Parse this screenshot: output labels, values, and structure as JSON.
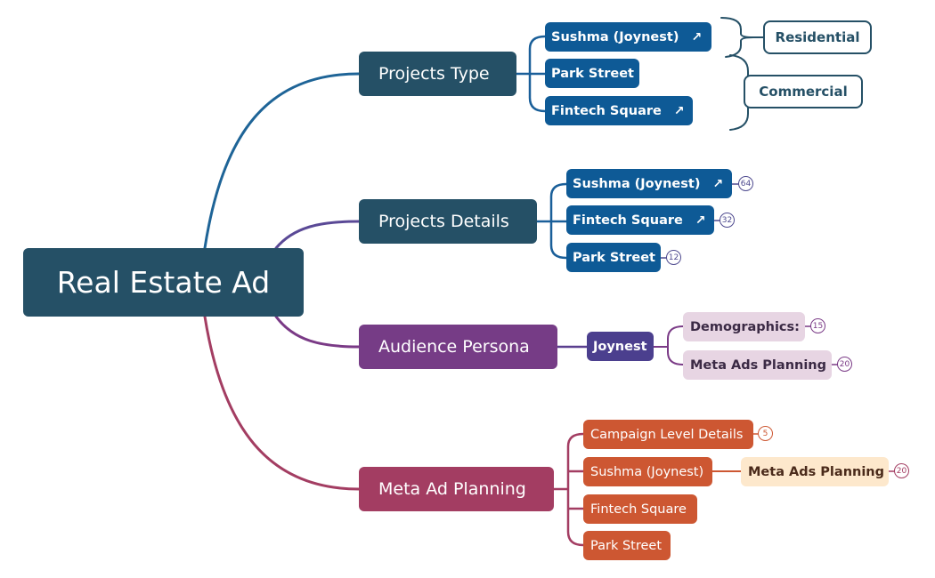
{
  "root": {
    "label": "Real Estate Ad"
  },
  "branches": {
    "projects_type": {
      "label": "Projects Type",
      "children": [
        "Sushma (Joynest)",
        "Park Street",
        "Fintech Square"
      ],
      "summaries": [
        "Residential",
        "Commercial"
      ]
    },
    "projects_details": {
      "label": "Projects Details",
      "children": [
        {
          "label": "Sushma (Joynest)",
          "count": "64"
        },
        {
          "label": "Fintech Square",
          "count": "32"
        },
        {
          "label": "Park Street",
          "count": "12"
        }
      ]
    },
    "audience_persona": {
      "label": "Audience Persona",
      "child": "Joynest",
      "subchildren": [
        {
          "label": "Demographics:",
          "count": "15"
        },
        {
          "label": "Meta Ads Planning",
          "count": "20"
        }
      ]
    },
    "meta_ad_planning": {
      "label": "Meta Ad Planning",
      "children": [
        {
          "label": "Campaign Level Details",
          "count": "5"
        },
        {
          "label": "Sushma (Joynest)"
        },
        {
          "label": "Fintech Square"
        },
        {
          "label": "Park Street"
        }
      ],
      "subchild": {
        "label": "Meta Ads Planning",
        "count": "20"
      }
    }
  },
  "colors": {
    "root": "#255066",
    "blue_node": "#0e5a96",
    "purple_branch": "#763c86",
    "purple_light": "#e7d5e3",
    "joynest": "#4b3f8e",
    "orange": "#cd5732",
    "orange_light": "#fde8cc",
    "meta_branch": "#a33d62"
  }
}
